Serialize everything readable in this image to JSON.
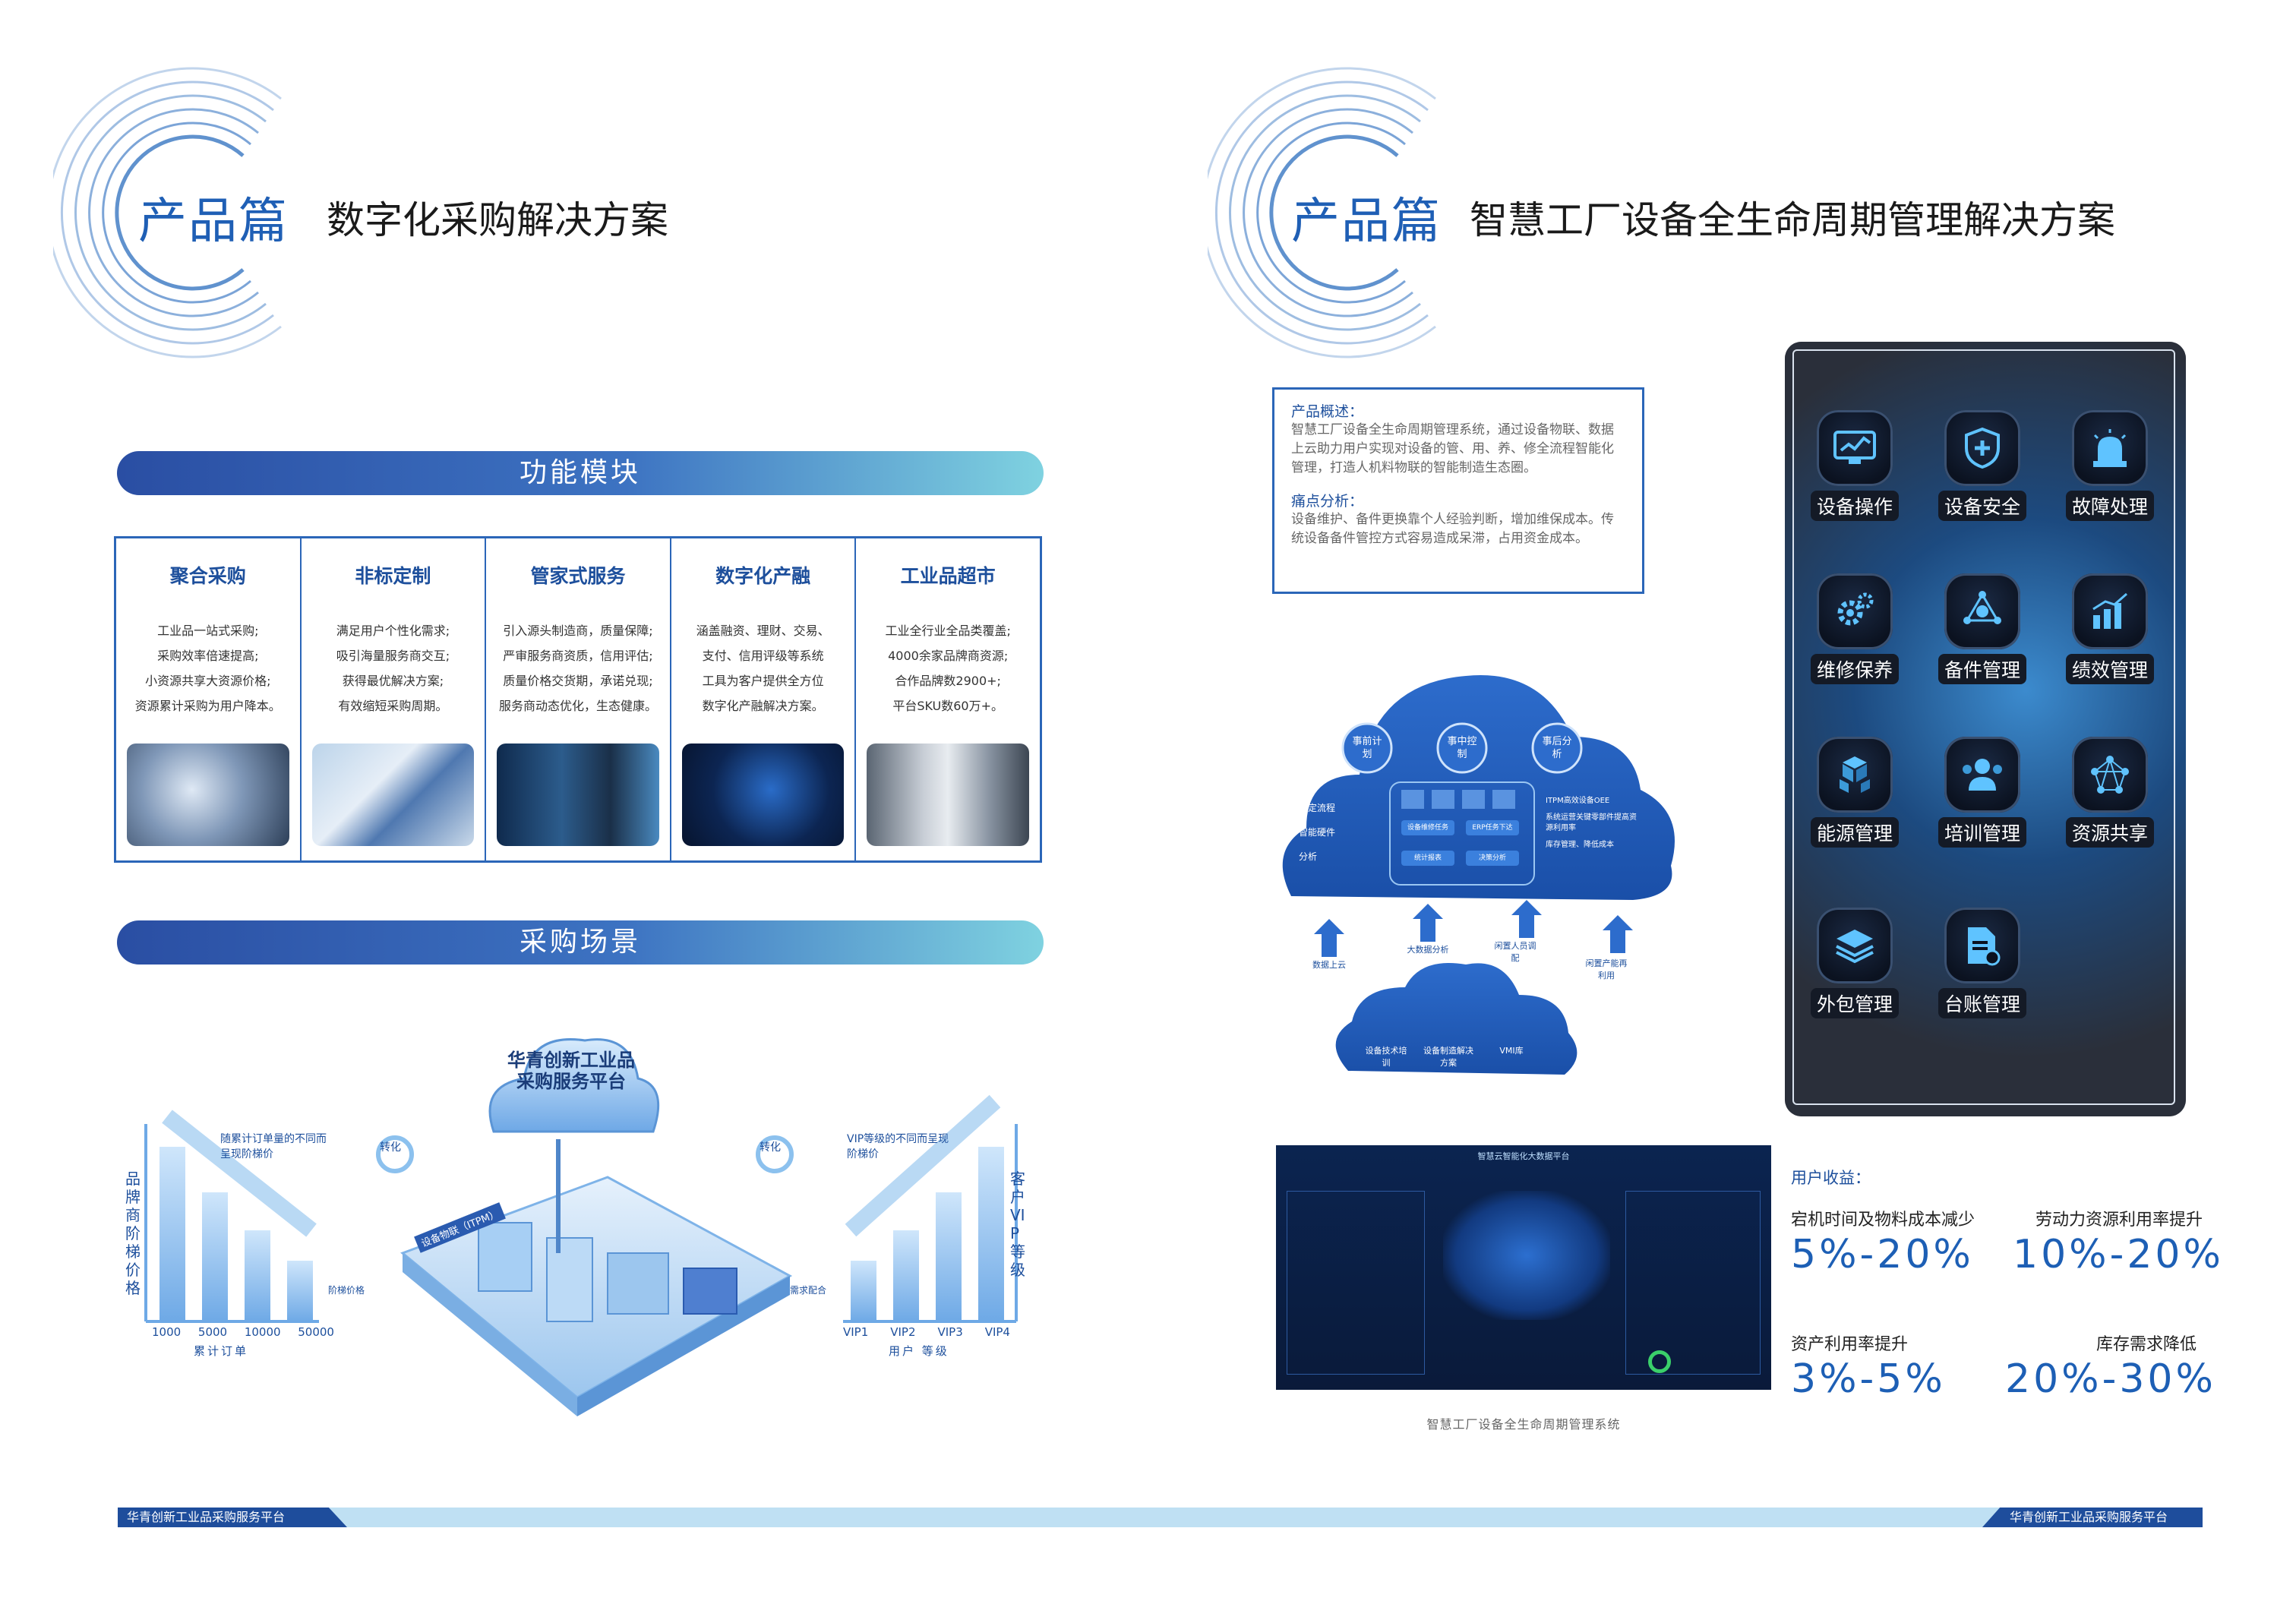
{
  "left": {
    "section_title": "产品篇",
    "section_subtitle": "数字化采购解决方案",
    "bar_modules": "功能模块",
    "bar_scenes": "采购场景",
    "modules": [
      {
        "title": "聚合采购",
        "lines": [
          "工业品一站式采购;",
          "采购效率倍速提高;",
          "小资源共享大资源价格;",
          "资源累计采购为用户降本。"
        ]
      },
      {
        "title": "非标定制",
        "lines": [
          "满足用户个性化需求;",
          "吸引海量服务商交互;",
          "获得最优解决方案;",
          "有效缩短采购周期。"
        ]
      },
      {
        "title": "管家式服务",
        "lines": [
          "引入源头制造商，质量保障;",
          "严审服务商资质，信用评估;",
          "质量价格交货期，承诺兑现;",
          "服务商动态优化，生态健康。"
        ]
      },
      {
        "title": "数字化产融",
        "lines": [
          "涵盖融资、理财、交易、",
          "支付、信用评级等系统",
          "工具为客户提供全方位",
          "数字化产融解决方案。"
        ]
      },
      {
        "title": "工业品超市",
        "lines": [
          "工业全行业全品类覆盖;",
          "4000余家品牌商资源;",
          "合作品牌数2900+;",
          "平台SKU数60万+。"
        ]
      }
    ],
    "scene": {
      "cloud_text": "华青创新工业品采购服务平台",
      "left_vertical": "品牌商阶梯价格",
      "left_note": "随累计订单量的不同而呈现阶梯价",
      "left_ticks": [
        "1000",
        "5000",
        "10000",
        "50000"
      ],
      "left_axis": "累计订单",
      "right_vertical": "客户VIP等级",
      "right_note": "VIP等级的不同而呈现阶梯价",
      "right_ticks": [
        "VIP1",
        "VIP2",
        "VIP3",
        "VIP4"
      ],
      "right_axis": "用户 等级",
      "convert": "转化",
      "tag_device": "设备物联（ITPM）",
      "tag_left_arrow": "阶梯价格",
      "tag_right_arrow": "需求配合"
    },
    "footer": "华青创新工业品采购服务平台"
  },
  "right": {
    "section_title": "产品篇",
    "section_subtitle": "智慧工厂设备全生命周期管理解决方案",
    "overview_h": "产品概述：",
    "overview_t": "智慧工厂设备全生命周期管理系统，通过设备物联、数据上云助力用户实现对设备的管、用、养、修全流程智能化管理，打造人机料物联的智能制造生态圈。",
    "pain_h": "痛点分析：",
    "pain_t": "设备维护、备件更换靠个人经验判断，增加维保成本。传统设备备件管控方式容易造成呆滞，占用资金成本。",
    "cloud": {
      "stages": [
        "事前计划",
        "事中控制",
        "事后分析"
      ],
      "left_items": [
        "制定流程",
        "智能硬件",
        "分析"
      ],
      "right_items": [
        "ITPM高效设备OEE",
        "系统运营关键零部件提高资源利用率",
        "库存管理、降低成本"
      ],
      "mid_buttons": [
        "设备维修任务",
        "ERP任务下达",
        "统计报表",
        "决策分析"
      ],
      "arrows": [
        "数据上云",
        "大数据分析",
        "闲置人员调配",
        "闲置产能再利用"
      ],
      "bottom_items": [
        "设备技术培训",
        "设备制造解决方案",
        "VMI库"
      ]
    },
    "apps": [
      "设备操作",
      "设备安全",
      "故障处理",
      "维修保养",
      "备件管理",
      "绩效管理",
      "能源管理",
      "培训管理",
      "资源共享",
      "外包管理",
      "台账管理"
    ],
    "dashboard_caption": "智慧工厂设备全生命周期管理系统",
    "dashboard_title": "智慧云智能化大数据平台",
    "gains_h": "用户收益：",
    "gains": [
      {
        "label": "宕机时间及物料成本减少",
        "value": "5%-20%"
      },
      {
        "label": "劳动力资源利用率提升",
        "value": "10%-20%"
      },
      {
        "label": "资产利用率提升",
        "value": "3%-5%"
      },
      {
        "label": "库存需求降低",
        "value": "20%-30%"
      }
    ],
    "footer": "华青创新工业品采购服务平台"
  },
  "colors": {
    "primary": "#1f5fb5",
    "dark": "#1e4d9c",
    "light": "#bfe0f3"
  }
}
